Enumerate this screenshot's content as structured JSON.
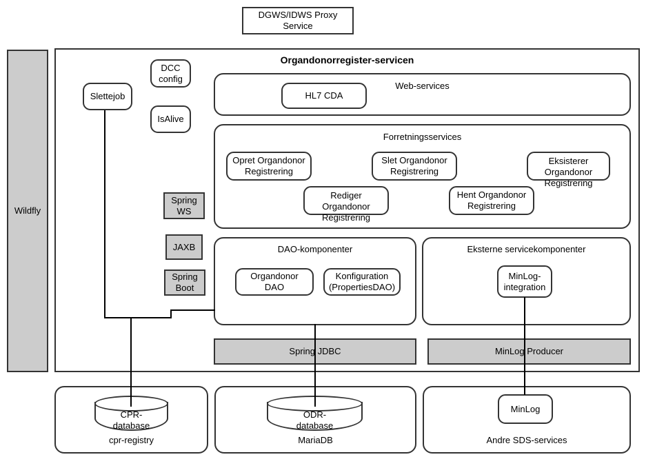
{
  "diagram": {
    "proxy": {
      "label": "DGWS/IDWS Proxy\nService"
    },
    "container": {
      "label": "Wildfly"
    },
    "service": {
      "title": "Organdonorregister-servicen",
      "sidebar_boxes": [
        {
          "label": "Slettejob"
        },
        {
          "label": "DCC\nconfig"
        },
        {
          "label": "IsAlive"
        }
      ],
      "tech_boxes": [
        {
          "label": "Spring\nWS"
        },
        {
          "label": "JAXB"
        },
        {
          "label": "Spring\nBoot"
        }
      ],
      "webservices": {
        "title": "Web-services",
        "items": [
          {
            "label": "HL7 CDA"
          }
        ]
      },
      "businessservices": {
        "title": "Forretningsservices",
        "items": [
          {
            "label": "Opret Organdonor\nRegistrering"
          },
          {
            "label": "Slet Organdonor\nRegistrering"
          },
          {
            "label": "Eksisterer\nOrgandonor\nRegistrering"
          },
          {
            "label": "Rediger\nOrgandonor\nRegistrering"
          },
          {
            "label": "Hent Organdonor\nRegistrering"
          }
        ]
      },
      "dao": {
        "title": "DAO-komponenter",
        "items": [
          {
            "label": "Organdonor\nDAO"
          },
          {
            "label": "Konfiguration\n(PropertiesDAO)"
          }
        ]
      },
      "external": {
        "title": "Eksterne servicekomponenter",
        "items": [
          {
            "label": "MinLog-\nintegration"
          }
        ]
      },
      "bars": [
        {
          "label": "Spring JDBC"
        },
        {
          "label": "MinLog Producer"
        }
      ]
    },
    "backends": [
      {
        "caption": "cpr-registry",
        "node": "CPR-\ndatabase",
        "shape": "cylinder"
      },
      {
        "caption": "MariaDB",
        "node": "ODR-\ndatabase",
        "shape": "cylinder"
      },
      {
        "caption": "Andre SDS-services",
        "node": "MinLog",
        "shape": "rounded"
      }
    ],
    "colors": {
      "stroke": "#333333",
      "fill": "#ffffff",
      "gray_fill": "#cccccc",
      "connector": "#000000"
    }
  }
}
